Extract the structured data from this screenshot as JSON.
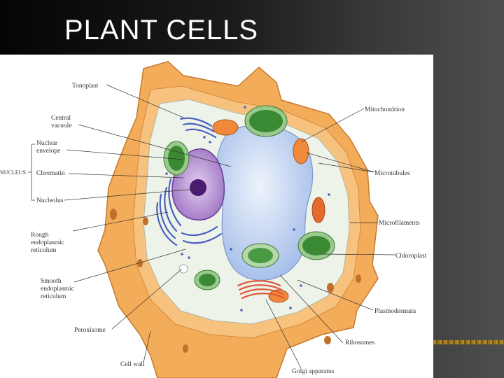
{
  "slide": {
    "title": "PLANT CELLS"
  },
  "labels": {
    "tonoplast": "Tonoplast",
    "central_vacuole_line1": "Central",
    "central_vacuole_line2": "vacuole",
    "nuclear_envelope_line1": "Nuclear",
    "nuclear_envelope_line2": "envelope",
    "nucleus": "NUCLEUS",
    "chromatin": "Chromatin",
    "nucleolus": "Nucleolus",
    "rough_er_line1": "Rough",
    "rough_er_line2": "endoplasmic",
    "rough_er_line3": "reticulum",
    "smooth_er_line1": "Smooth",
    "smooth_er_line2": "endoplasmic",
    "smooth_er_line3": "reticulum",
    "peroxisome": "Peroxisome",
    "cell_wall": "Cell wall",
    "golgi": "Golgi apparatus",
    "ribosomes": "Ribosomes",
    "plasmodesmata": "Plasmodesmata",
    "chloroplast": "Chloroplast",
    "microfilaments": "Microfilaments",
    "microtubules": "Microtubules",
    "mitochondrion": "Mitochondrion"
  },
  "colors": {
    "cell_wall": "#f0a850",
    "cell_wall_dark": "#d98a35",
    "cytoplasm": "#eef3ea",
    "vacuole": "#c5d6f2",
    "nucleus": "#c9a3dc",
    "nucleolus": "#4a1b6e",
    "chloroplast": "#2f7a2f",
    "mitochondrion": "#e07a30",
    "er": "#4a5fc0"
  }
}
